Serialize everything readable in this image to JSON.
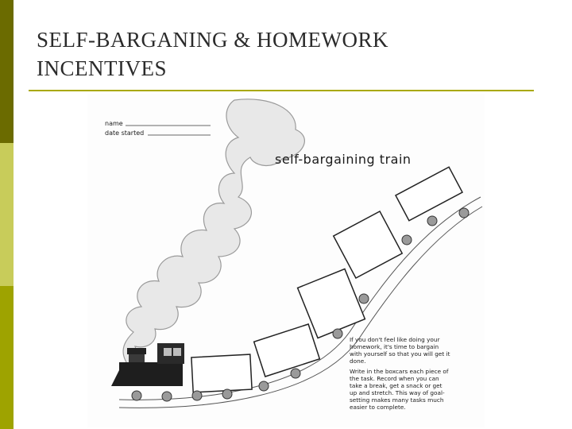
{
  "slide": {
    "title_line1": "SELF-BARGANING & HOMEWORK",
    "title_line2": "INCENTIVES"
  },
  "worksheet": {
    "name_label": "name",
    "date_label": "date started",
    "heading": "self-bargaining train",
    "instructions": [
      "If you don't feel like doing your",
      "homework, it's time to bargain",
      "with yourself so that you will get it",
      "done.",
      "",
      "Write in the boxcars each piece of",
      "the task. Record when you can",
      "take a break, get a snack or get",
      "up and stretch. This way of goal-",
      "setting makes many tasks much",
      "easier to complete."
    ]
  },
  "colors": {
    "sidebar_dark": "#6b6b00",
    "sidebar_light": "#c8cc5a",
    "sidebar_mid": "#9ea300",
    "title_rule": "#a9a800",
    "title_text": "#2b2b2b"
  }
}
